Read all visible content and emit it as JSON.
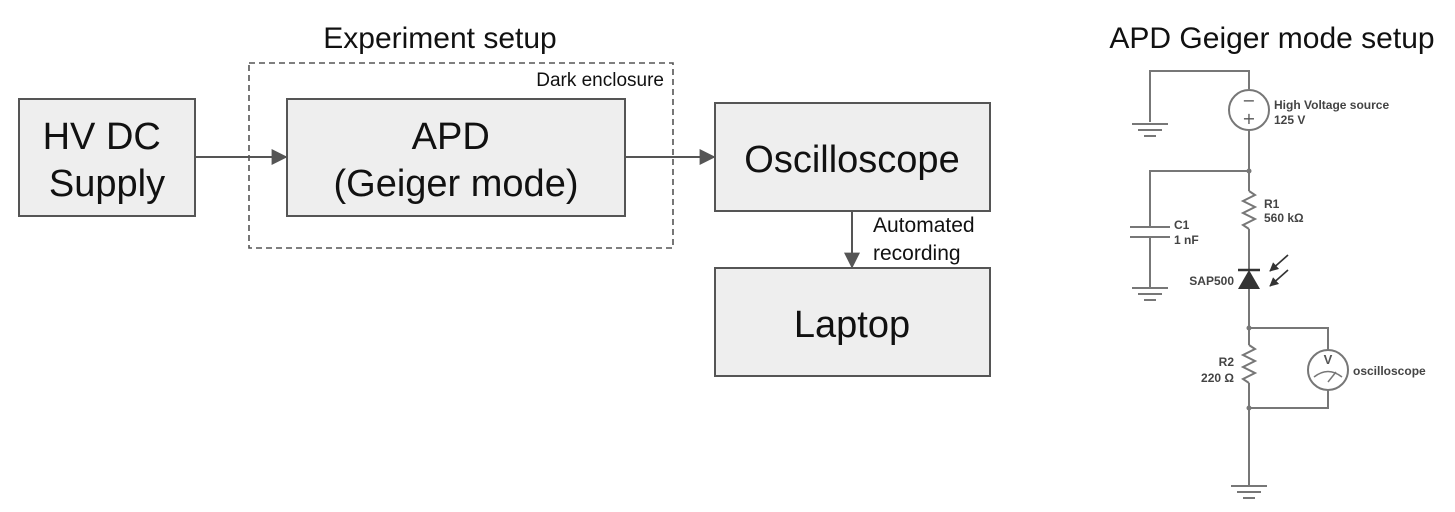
{
  "block_diagram": {
    "title": "Experiment setup",
    "enclosure_label": "Dark enclosure",
    "hv_supply": [
      "HV DC",
      "Supply"
    ],
    "apd": [
      "APD",
      "(Geiger mode)"
    ],
    "oscilloscope": "Oscilloscope",
    "laptop": "Laptop",
    "recording_label": [
      "Automated",
      "recording"
    ]
  },
  "circuit": {
    "title": "APD Geiger mode setup",
    "source_name": "High Voltage source",
    "source_value": "125 V",
    "source_minus": "−",
    "source_plus": "+",
    "r1_name": "R1",
    "r1_value": "560 kΩ",
    "c1_name": "C1",
    "c1_value": "1 nF",
    "diode_name": "SAP500",
    "r2_name": "R2",
    "r2_value": "220 Ω",
    "meter_symbol": "V",
    "meter_name": "oscilloscope"
  },
  "colors": {
    "box_fill": "#eeeeee",
    "box_stroke": "#555555",
    "wire": "#777777"
  }
}
